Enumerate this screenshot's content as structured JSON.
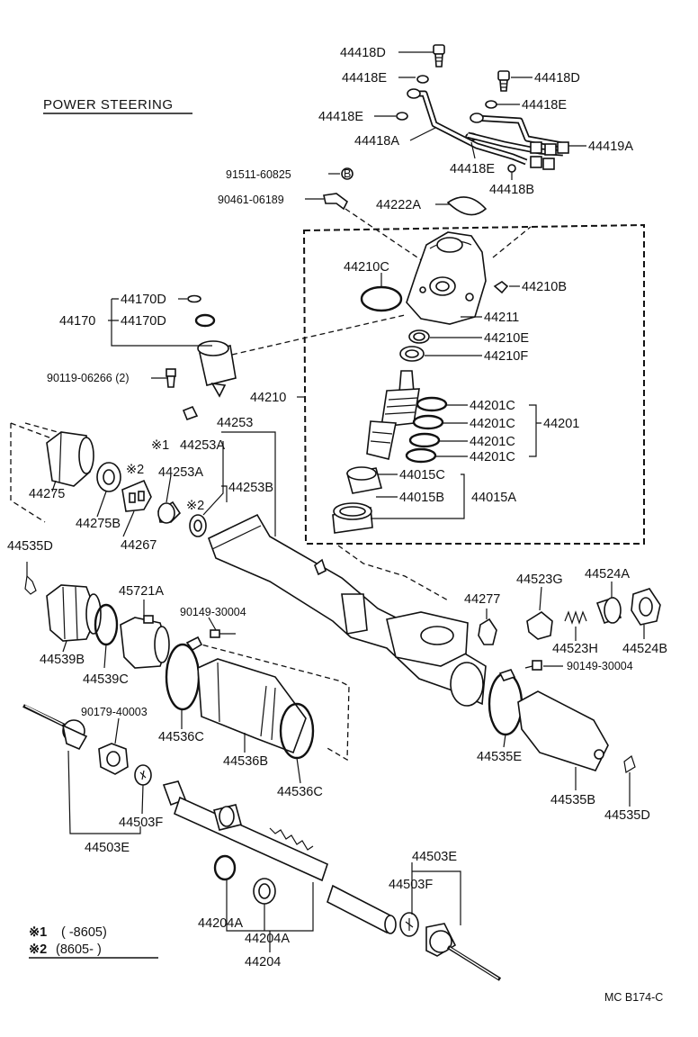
{
  "title": "POWER STEERING",
  "figure_code": "MC B174-C",
  "footnotes": [
    {
      "mark": "※1",
      "text": "(      -8605)"
    },
    {
      "mark": "※2",
      "text": "(8605-        )"
    }
  ],
  "labels": {
    "l44418D_a": "44418D",
    "l44418E_a": "44418E",
    "l44418E_b": "44418E",
    "l44418A": "44418A",
    "l44418D_b": "44418D",
    "l44418E_c": "44418E",
    "l44419A": "44419A",
    "l44418E_d": "44418E",
    "l44418B": "44418B",
    "l91511": "91511-60825",
    "l90461": "90461-06189",
    "l44222A": "44222A",
    "l44210C": "44210C",
    "l44210B": "44210B",
    "l44211": "44211",
    "l44210E": "44210E",
    "l44210F": "44210F",
    "l44210": "44210",
    "l44201C_a": "44201C",
    "l44201C_b": "44201C",
    "l44201C_c": "44201C",
    "l44201C_d": "44201C",
    "l44201": "44201",
    "l44015C": "44015C",
    "l44015B": "44015B",
    "l44015A": "44015A",
    "l44170D_a": "44170D",
    "l44170": "44170",
    "l44170D_b": "44170D",
    "l90119": "90119-06266 (2)",
    "l44253": "44253",
    "l44253A_a": "44253A",
    "l44253A_b": "44253A",
    "l44253B": "44253B",
    "m1": "※1",
    "m2a": "※2",
    "m2b": "※2",
    "l44275": "44275",
    "l44275B": "44275B",
    "l44267": "44267",
    "l44535D_a": "44535D",
    "l45721A": "45721A",
    "l90149_a": "90149-30004",
    "l44539B": "44539B",
    "l44539C": "44539C",
    "l90179": "90179-40003",
    "l44536C_a": "44536C",
    "l44536B": "44536B",
    "l44536C_b": "44536C",
    "l44503F_a": "44503F",
    "l44503E_a": "44503E",
    "l44277": "44277",
    "l44523G": "44523G",
    "l44524A": "44524A",
    "l44523H": "44523H",
    "l44524B": "44524B",
    "l90149_b": "90149-30004",
    "l44535E": "44535E",
    "l44535B": "44535B",
    "l44535D_b": "44535D",
    "l44503E_b": "44503E",
    "l44503F_b": "44503F",
    "l44204A_a": "44204A",
    "l44204A_b": "44204A",
    "l44204": "44204"
  }
}
